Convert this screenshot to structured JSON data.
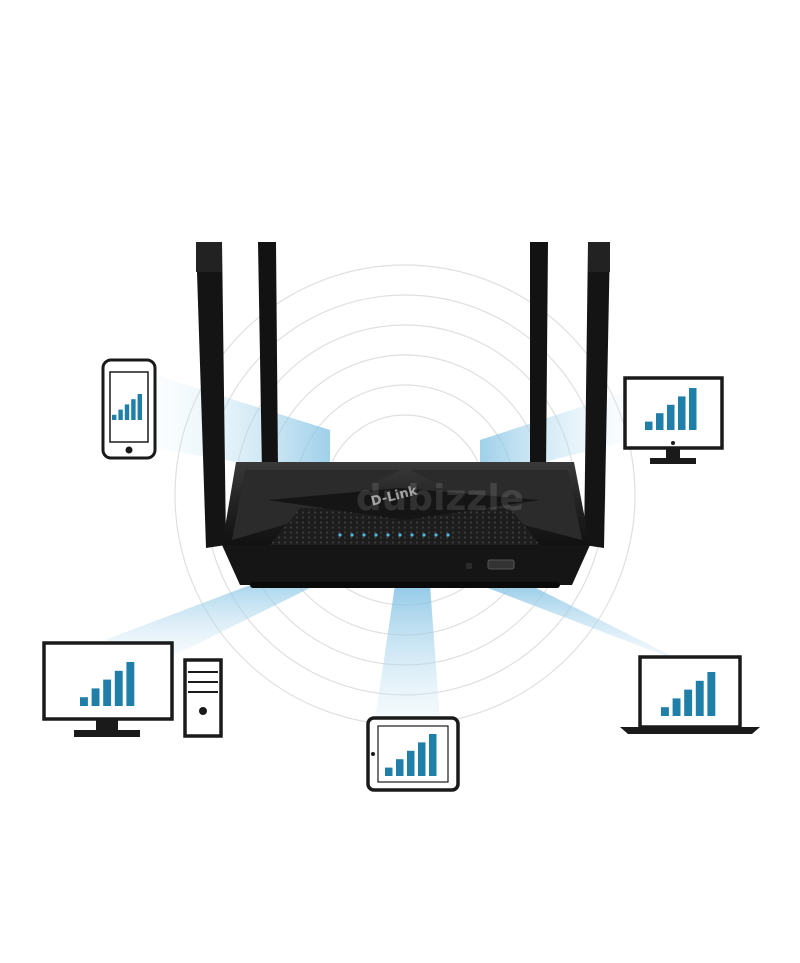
{
  "router": {
    "brand": "D-Link",
    "watermark": "dubizzle"
  },
  "devices": [
    {
      "name": "smartphone",
      "signal_bars": 5
    },
    {
      "name": "desktop-monitor-right",
      "signal_bars": 5
    },
    {
      "name": "desktop-monitor-left",
      "signal_bars": 5
    },
    {
      "name": "tablet",
      "signal_bars": 5
    },
    {
      "name": "laptop",
      "signal_bars": 5
    }
  ],
  "colors": {
    "beam": "#8fc8e6",
    "signal_bar": "#1f7fa8",
    "device_outline": "#1a1a1a",
    "router_body": "#1e1e1e"
  }
}
